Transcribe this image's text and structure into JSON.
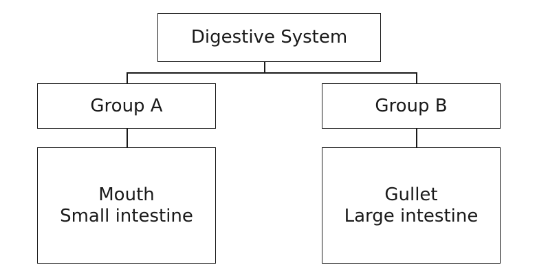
{
  "diagram": {
    "root": {
      "label": "Digestive System"
    },
    "groups": [
      {
        "label": "Group A",
        "items": [
          "Mouth",
          "Small intestine"
        ]
      },
      {
        "label": "Group B",
        "items": [
          "Gullet",
          "Large intestine"
        ]
      }
    ]
  },
  "colors": {
    "stroke": "#1a1a1a",
    "background": "#ffffff"
  }
}
